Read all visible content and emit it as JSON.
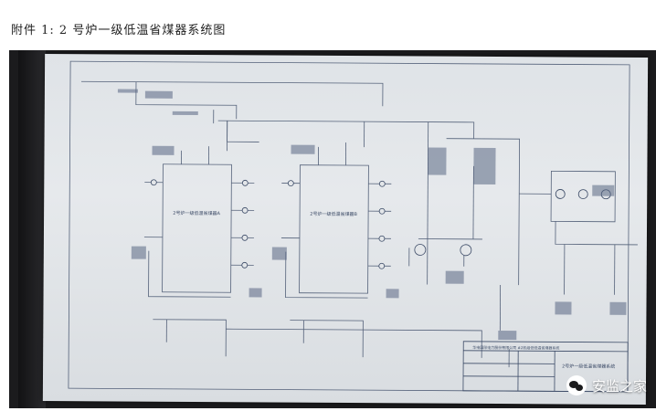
{
  "caption": "附件 1:  2 号炉一级低温省煤器系统图",
  "watermark": {
    "text": "安监之家",
    "icon": "wechat-icon"
  },
  "drawing": {
    "economizer_a": "2号炉一级低温省煤器A",
    "economizer_b": "2号炉一级低温省煤器B",
    "title_block": "2号炉一级低温省煤器系统",
    "company_line": "华电国际电力股份有限公司 #2机组低低温省煤器系统"
  },
  "colors": {
    "paper": "#e2e5e8",
    "ink": "#3b4a66",
    "background": "#1b1b1d"
  }
}
